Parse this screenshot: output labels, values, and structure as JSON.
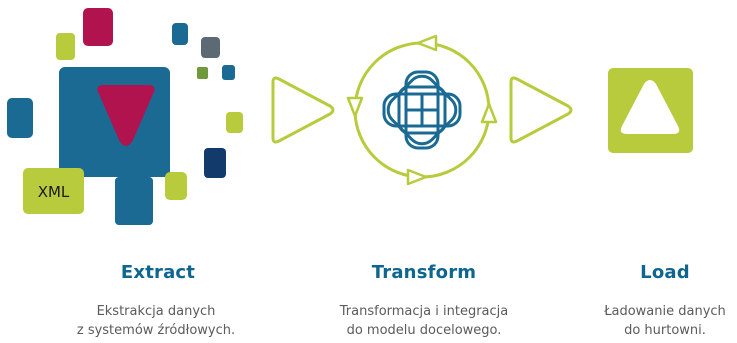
{
  "colors": {
    "lime": "#b8cb3c",
    "blue": "#1a6a94",
    "navy": "#123a6b",
    "crimson": "#b0134e",
    "gray": "#5d6a74",
    "title": "#0e6590",
    "text": "#5b5b5b"
  },
  "icons": {
    "extract": "scattered-blocks-icon",
    "transform": "circular-arrows-knot-icon",
    "load": "triangle-in-square-icon",
    "connector": "chevron-arrow-icon"
  },
  "source_badge": "XML",
  "steps": [
    {
      "title": "Extract",
      "line1": "Ekstrakcja danych",
      "line2": "z systemów źródłowych."
    },
    {
      "title": "Transform",
      "line1": "Transformacja i integracja",
      "line2": "do modelu docelowego."
    },
    {
      "title": "Load",
      "line1": "Ładowanie danych",
      "line2": "do hurtowni."
    }
  ]
}
